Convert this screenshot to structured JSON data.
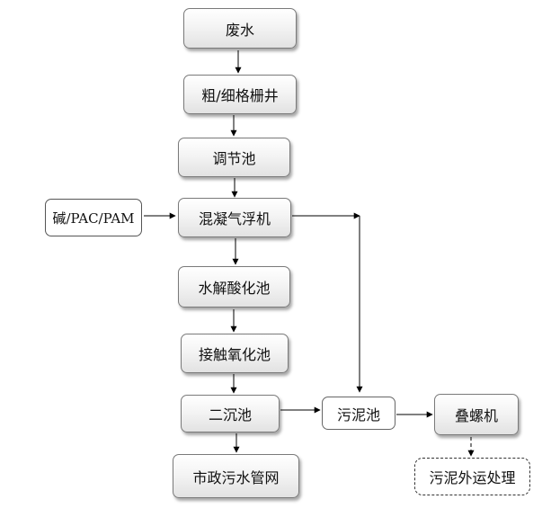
{
  "nodes": {
    "wastewater": "废水",
    "screen_well": "粗/细格栅井",
    "equalization_tank": "调节池",
    "chemicals": "碱/PAC/PAM",
    "flotation": "混凝气浮机",
    "hydrolysis_tank": "水解酸化池",
    "contact_oxidation_tank": "接触氧化池",
    "secondary_clarifier": "二沉池",
    "municipal_sewer": "市政污水管网",
    "sludge_tank": "污泥池",
    "screw_press": "叠螺机",
    "sludge_disposal": "污泥外运处理"
  }
}
